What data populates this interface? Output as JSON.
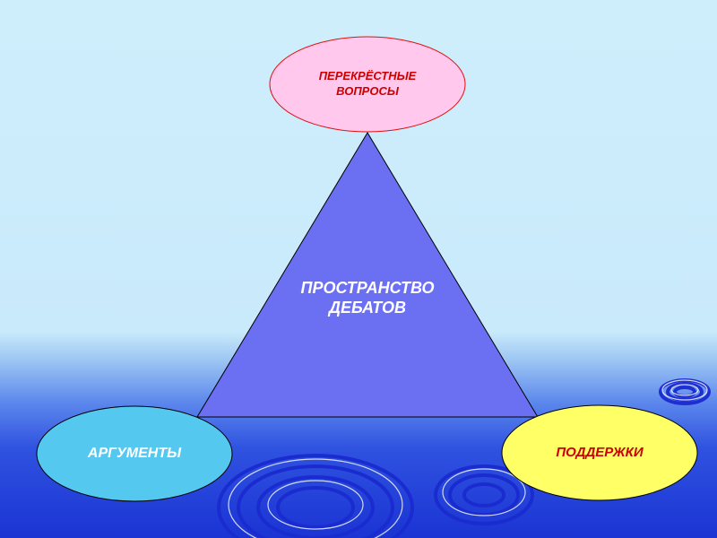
{
  "diagram": {
    "center_line1": "ПРОСТРАНСТВО",
    "center_line2": "ДЕБАТОВ",
    "top_line1": "ПЕРЕКРЁСТНЫЕ",
    "top_line2": "ВОПРОСЫ",
    "left_label": "АРГУМЕНТЫ",
    "right_label": "ПОДДЕРЖКИ"
  },
  "colors": {
    "triangle_fill": "#6b6ff2",
    "top_ellipse_fill": "#ffc8ec",
    "left_ellipse_fill": "#55c8f0",
    "right_ellipse_fill": "#ffff66",
    "label_red": "#cc0000",
    "label_white": "#ffffff"
  }
}
